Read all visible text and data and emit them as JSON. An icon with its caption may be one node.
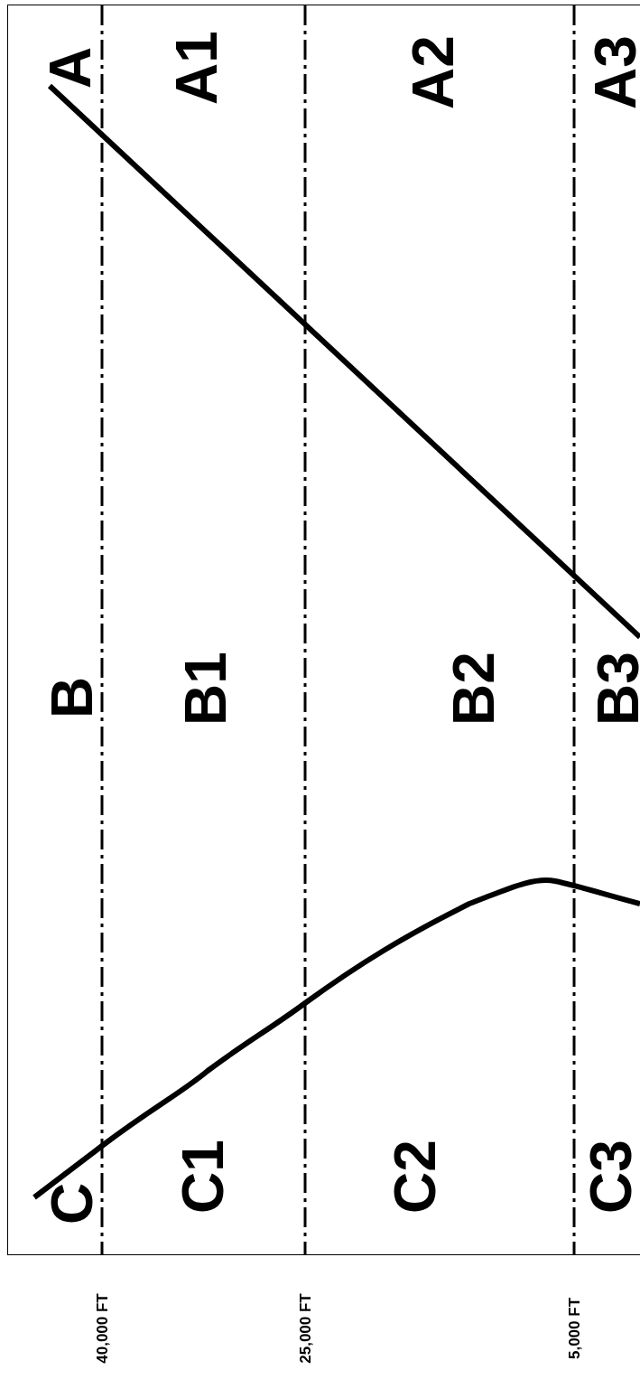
{
  "diagram": {
    "labels": [
      "A",
      "A1",
      "A2",
      "A3",
      "B",
      "B1",
      "B2",
      "B3",
      "C",
      "C1",
      "C2",
      "C3",
      "40,000 FT",
      "25,000 FT",
      "5,000 FT"
    ]
  }
}
